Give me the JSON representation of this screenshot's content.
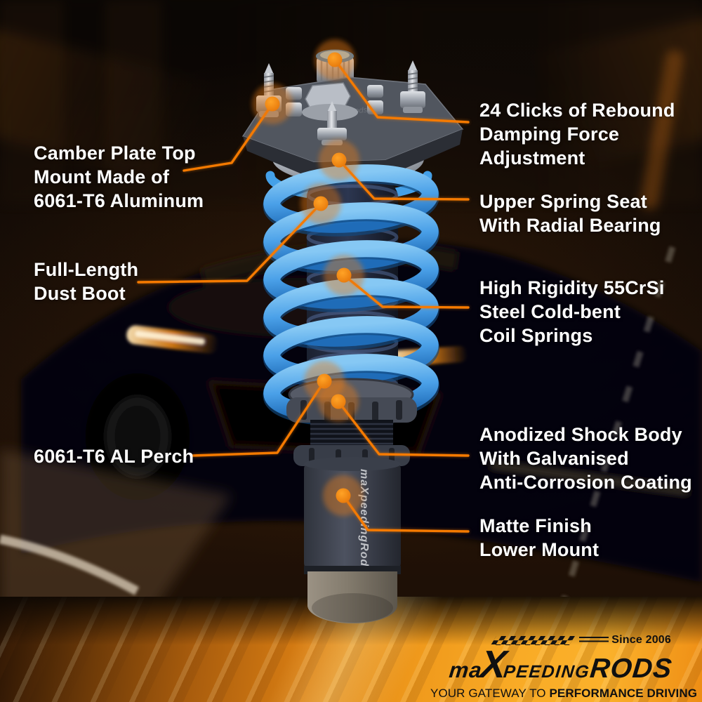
{
  "callouts": [
    {
      "name": "camber-plate",
      "lines": [
        "Camber Plate Top",
        "Mount Made of",
        "6061-T6 Aluminum"
      ]
    },
    {
      "name": "rebound-adjustment",
      "lines": [
        "24 Clicks of Rebound",
        "Damping Force",
        "Adjustment"
      ]
    },
    {
      "name": "upper-spring-seat",
      "lines": [
        "Upper Spring Seat",
        "With Radial Bearing"
      ]
    },
    {
      "name": "dust-boot",
      "lines": [
        "Full-Length",
        "Dust Boot"
      ]
    },
    {
      "name": "coil-springs",
      "lines": [
        "High Rigidity 55CrSi",
        "Steel Cold-bent",
        "Coil Springs"
      ]
    },
    {
      "name": "al-perch",
      "lines": [
        "6061-T6 AL Perch"
      ]
    },
    {
      "name": "shock-body",
      "lines": [
        "Anodized Shock Body",
        "With Galvanised",
        "Anti-Corrosion Coating"
      ]
    },
    {
      "name": "lower-mount",
      "lines": [
        "Matte Finish",
        "Lower Mount"
      ]
    }
  ],
  "product": {
    "body_print": "maXpeedingRods"
  },
  "brand": {
    "since": "Since 2006",
    "logo_ma": "ma",
    "logo_x": "X",
    "logo_peeding": "PEEDING",
    "logo_rods": "RODS",
    "tagline_prefix": "YOUR GATEWAY TO ",
    "tagline_emphasis": "PERFORMANCE DRIVING"
  },
  "colors": {
    "accent_orange": "#F57A00",
    "marker_orange": "#F07D0E",
    "spring_blue": "#4AA0E8",
    "band_orange": "#F09A1C",
    "text_white": "#FFFFFF",
    "logo_black": "#111111"
  }
}
